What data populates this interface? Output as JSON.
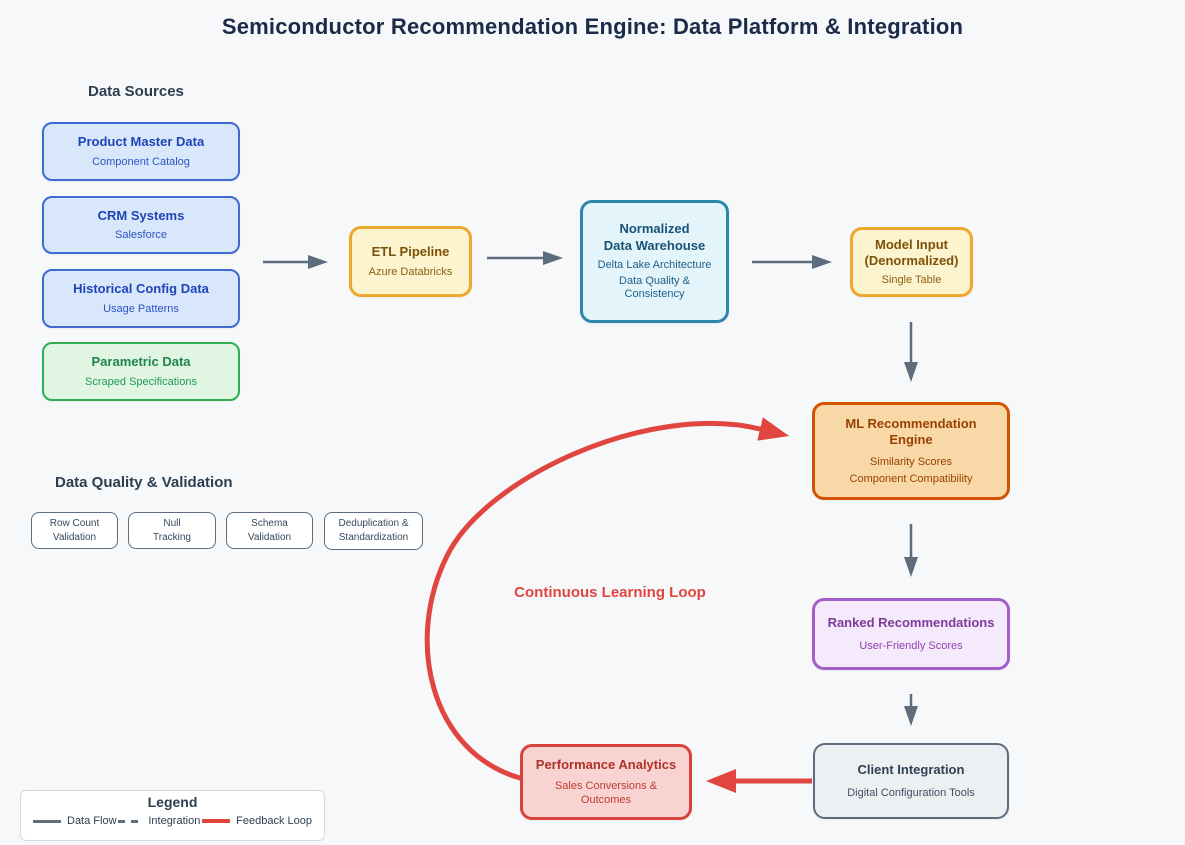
{
  "title": "Semiconductor Recommendation Engine: Data Platform & Integration",
  "labels": {
    "data_sources": "Data Sources",
    "data_quality": "Data Quality & Validation",
    "learning_loop": "Continuous Learning Loop"
  },
  "nodes": {
    "product_master": {
      "title": "Product Master Data",
      "subtitle": "Component Catalog"
    },
    "crm": {
      "title": "CRM Systems",
      "subtitle": "Salesforce"
    },
    "historical_config": {
      "title": "Historical Config Data",
      "subtitle": "Usage Patterns"
    },
    "parametric": {
      "title": "Parametric Data",
      "subtitle": "Scraped Specifications"
    },
    "etl": {
      "title": "ETL Pipeline",
      "subtitle": "Azure Databricks"
    },
    "warehouse": {
      "title_line1": "Normalized",
      "title_line2": "Data Warehouse",
      "subtitle1": "Delta Lake Architecture",
      "subtitle2": "Data Quality & Consistency"
    },
    "model_input": {
      "title_line1": "Model Input",
      "title_line2": "(Denormalized)",
      "subtitle": "Single Table"
    },
    "ml_engine": {
      "title": "ML Recommendation Engine",
      "subtitle1": "Similarity Scores",
      "subtitle2": "Component Compatibility"
    },
    "ranked": {
      "title": "Ranked Recommendations",
      "subtitle": "User-Friendly Scores"
    },
    "client": {
      "title": "Client Integration",
      "subtitle": "Digital Configuration Tools"
    },
    "performance": {
      "title": "Performance Analytics",
      "subtitle": "Sales Conversions & Outcomes"
    }
  },
  "quality_checks": [
    {
      "line1": "Row Count",
      "line2": "Validation"
    },
    {
      "line1": "Null",
      "line2": "Tracking"
    },
    {
      "line1": "Schema",
      "line2": "Validation"
    },
    {
      "line1": "Deduplication &",
      "line2": "Standardization"
    }
  ],
  "legend": {
    "title": "Legend",
    "items": [
      {
        "label": "Data Flow",
        "line_style": "solid",
        "color": "#5D6D7E"
      },
      {
        "label": "Integration",
        "line_style": "dashed",
        "color": "#5D6D7E"
      },
      {
        "label": "Feedback Loop",
        "line_style": "solid",
        "color": "#E0463F"
      }
    ]
  },
  "colors": {
    "background": "#F6F8FA",
    "title_text": "#1A2B4A",
    "arrow_gray": "#5D6D7E",
    "arrow_red": "#E0463F",
    "source_blue_border": "#3E6AD1",
    "source_blue_fill": "#D9E7FA",
    "parametric_green_border": "#2FAE54",
    "parametric_green_fill": "#E0F6E3",
    "etl_yellow_border": "#EDA92F",
    "etl_yellow_fill": "#FCF3CF",
    "warehouse_teal_border": "#2E86AB",
    "warehouse_teal_fill": "#E3F4FB",
    "ml_orange_border": "#D35400",
    "ml_orange_fill": "#F8D8A7",
    "ranked_purple_border": "#A55EC8",
    "ranked_purple_fill": "#F5E9FC",
    "client_slate_border": "#5D6D7E",
    "client_slate_fill": "#EDF0F3",
    "performance_red_border": "#D8433E",
    "performance_red_fill": "#F8D3D1"
  }
}
